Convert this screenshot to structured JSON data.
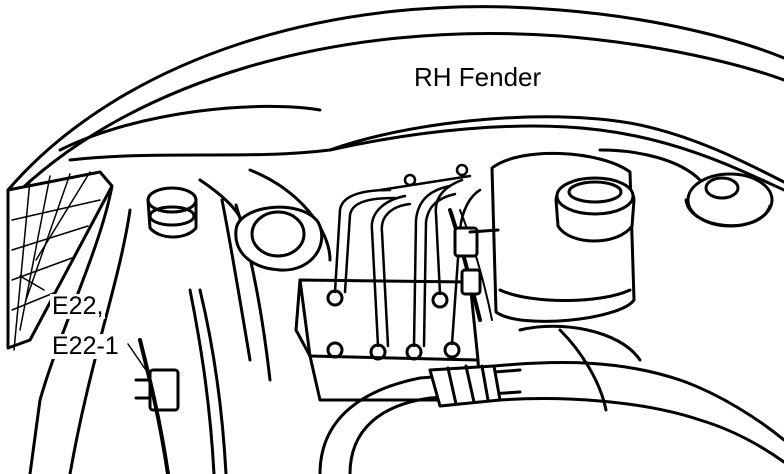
{
  "diagram": {
    "labels": {
      "fender": "RH Fender",
      "connector_a": "E22,",
      "connector_b": "E22-1"
    },
    "colors": {
      "ink": "#000000",
      "paper": "#ffffff"
    }
  }
}
